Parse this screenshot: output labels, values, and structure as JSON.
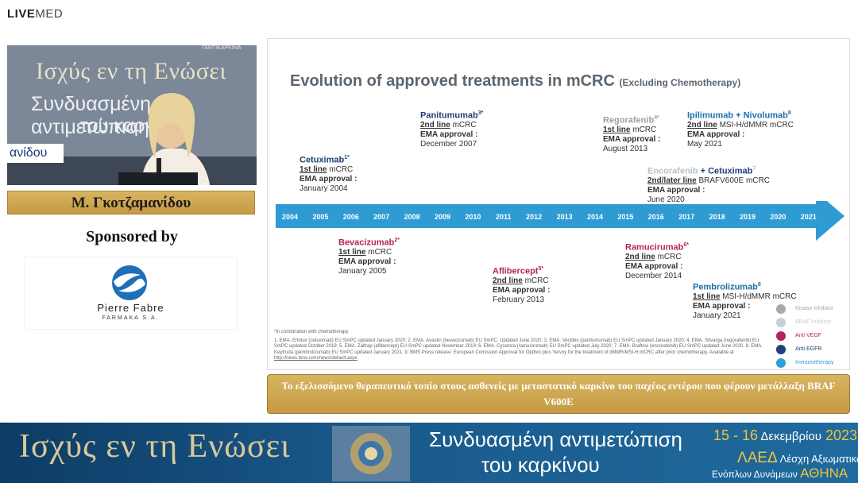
{
  "brand": {
    "bold": "LIVE",
    "thin": "MED"
  },
  "video": {
    "bg_small": "ΓΑΝΤΙΚΑΡΚΙΝΑ",
    "bg_title": "Ισχύς εν τη Ενώσει",
    "bg_sub1": "Συνδυασμένη αντιμετώπιση",
    "bg_sub2": "του καρκίνου",
    "name_plate": "ανίδου"
  },
  "speaker": {
    "name": "Μ. Γκοτζαμανίδου"
  },
  "sponsor": {
    "heading": "Sponsored by",
    "name": "Pierre Fabre",
    "sub": "FARMAKA S.A."
  },
  "slide": {
    "title": "Evolution of approved treatments in mCRC",
    "title_note": "(Excluding Chemotherapy)",
    "years": [
      "2004",
      "2005",
      "2006",
      "2007",
      "2008",
      "2009",
      "2010",
      "2011",
      "2012",
      "2013",
      "2014",
      "2015",
      "2016",
      "2017",
      "2018",
      "2019",
      "2020",
      "2021"
    ],
    "drugs": [
      {
        "name": "Cetuximab",
        "sup": "1*",
        "line": "1st line",
        "ind": " mCRC",
        "ema": "EMA approval :",
        "date": "January 2004",
        "color": "#1f3f77"
      },
      {
        "name": "Panitumumab",
        "sup": "3*",
        "line": "2nd line",
        "ind": " mCRC",
        "ema": "EMA approval :",
        "date": "December 2007",
        "color": "#1f3f77"
      },
      {
        "name": "Regorafenib",
        "sup": "4*",
        "line": "1st line",
        "ind": " mCRC",
        "ema": "EMA approval :",
        "date": "August 2013",
        "color": "#9aa0a8"
      },
      {
        "name": "Ipilimumab + Nivolumab",
        "sup": "8",
        "line": "2nd line",
        "ind": " MSI-H/dMMR mCRC",
        "ema": "EMA approval :",
        "date": "May 2021",
        "color": "#1b6fa8"
      },
      {
        "name": "Encorafenib",
        "name2": " + Cetuximab",
        "sup": "7",
        "line": "2nd/later line",
        "ind": " BRAFV600E mCRC",
        "ema": "EMA approval :",
        "date": "June 2020",
        "color": "#b7c0c8"
      },
      {
        "name": "Bevacizumab",
        "sup": "2*",
        "line": "1st line",
        "ind": " mCRC",
        "ema": "EMA approval :",
        "date": "January 2005",
        "color": "#b4245a"
      },
      {
        "name": "Aflibercept",
        "sup": "5*",
        "line": "2nd line",
        "ind": " mCRC",
        "ema": "EMA approval :",
        "date": "February 2013",
        "color": "#b4245a"
      },
      {
        "name": "Ramucirumab",
        "sup": "6*",
        "line": "2nd line",
        "ind": " mCRC",
        "ema": "EMA approval :",
        "date": "December 2014",
        "color": "#b4245a"
      },
      {
        "name": "Pembrolizumab",
        "sup": "8",
        "line": "1st line",
        "ind": " MSI-H/dMMR mCRC",
        "ema": "EMA approval :",
        "date": "January 2021",
        "color": "#1b6fa8"
      }
    ],
    "legend": [
      {
        "label": "Kinase Inhibitor",
        "color": "#a7a9ac"
      },
      {
        "label": "BRAF Inhibitor",
        "color": "#c9cfd6"
      },
      {
        "label": "Anti VEGF",
        "color": "#b4245a"
      },
      {
        "label": "Anti EGFR",
        "color": "#1f3f77"
      },
      {
        "label": "Immunotherapy",
        "color": "#2aa0d4"
      }
    ],
    "note": "*In combination with chemotherapy",
    "refs": "1. EMA. Erbitux (cetuximab) EU SmPC updated January 2020; 2. EMA. Avastin (bevacizumab) EU SmPC. Updated June 2020; 3. EMA. Vectibix (panitumumab) EU SmPC updated January 2020; 4. EMA. Stivarga (regorafenib) EU SmPC updated October 2019; 5. EMA. Zaltrap (aflibercept) EU SmPC updated November 2019; 6. EMA. Cyramza (ramucirumab) EU SmPC updated July 2020; 7. EMA. Braftovi (encorafenib) EU SmPC updated June 2020. 8. EMA. Keytruda (pembrolizumab) EU SmPC updated January 2021. 9. BMS Press release: European Comission Approval for Opdivo plus Yervoy for the treatment of dMMR/MSI-H mCRC after prior chemotherapy. Available at",
    "refs_link": "http://news.bms.com/news/default.aspx"
  },
  "caption": "Το εξελισσόμενο θεραπευτικό τοπίο στους ασθενείς με μεταστατικό καρκίνο του παχέος εντέρου που φέρουν μετάλλαξη BRAF V600E",
  "footer": {
    "title": "Ισχύς εν τη Ενώσει",
    "sub1": "Συνδυασμένη αντιμετώπιση",
    "sub2": "του καρκίνου",
    "dates": "15 - 16",
    "month": " Δεκεμβρίου",
    "year": " 2023",
    "place_big": "ΛΑΕΔ",
    "place": " Λέσχη Αξιωματικών",
    "place2": "Ενόπλων Δυνάμεων ",
    "city": "ΑΘΗΝΑ"
  }
}
